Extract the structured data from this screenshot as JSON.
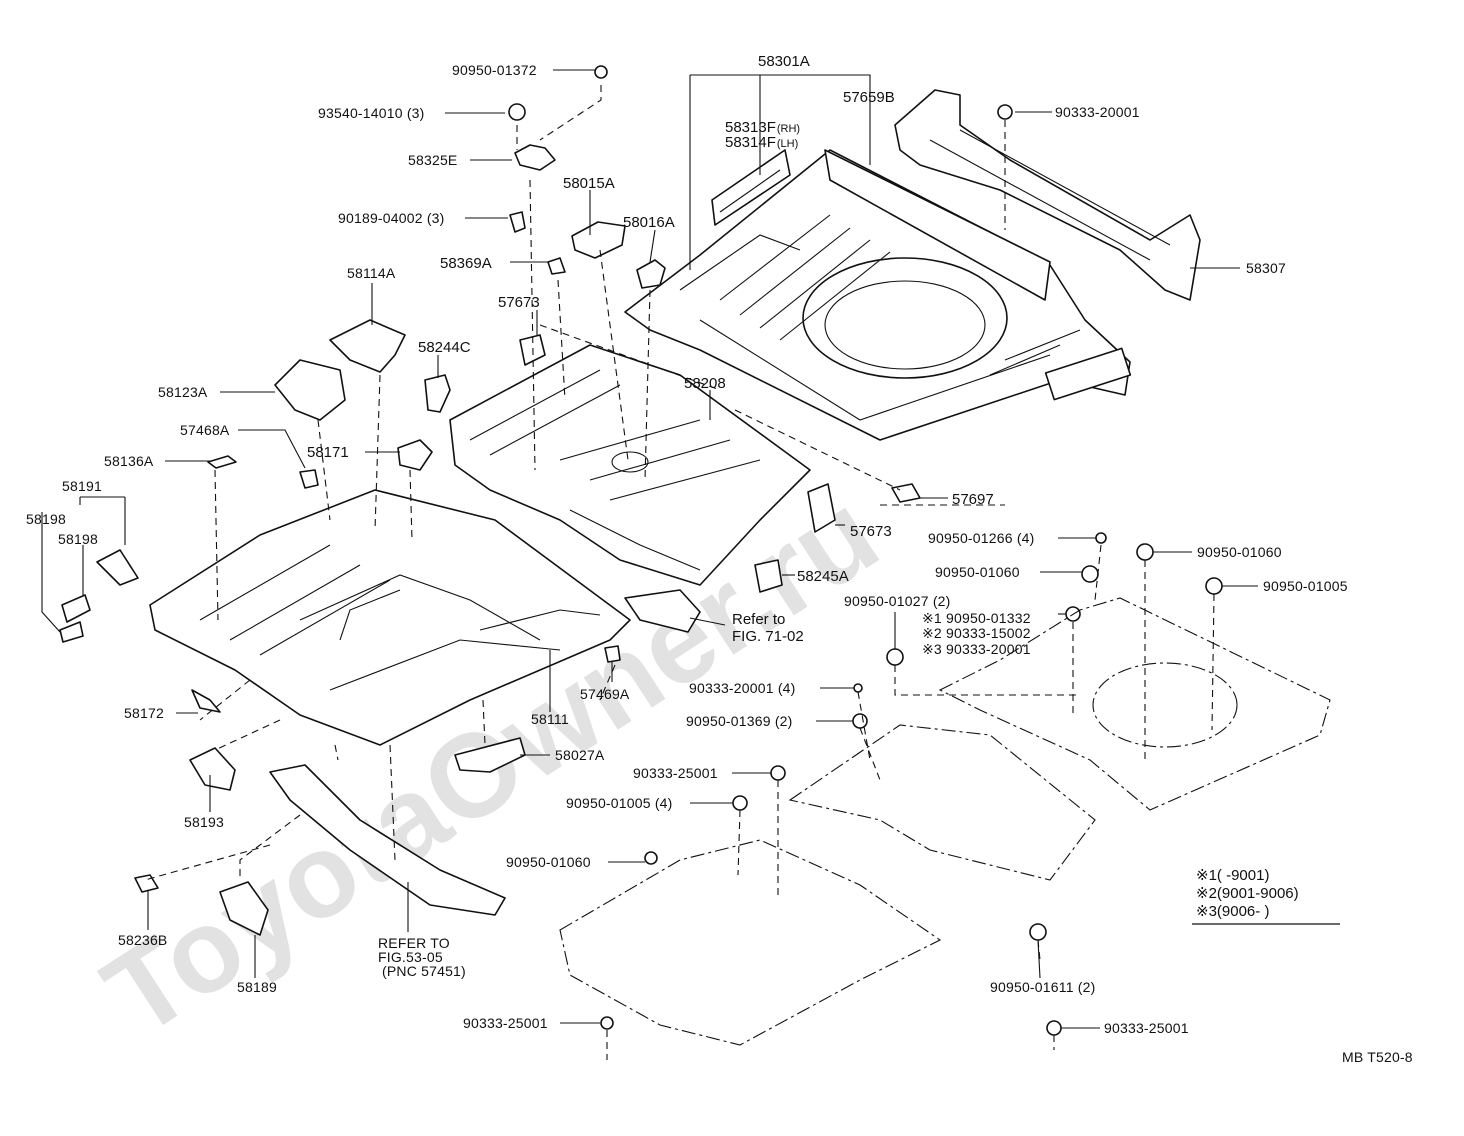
{
  "watermark": "ToyotaOwner.ru",
  "drawing_code": "MB T520-8",
  "notes": {
    "n1": "※1(     -9001)",
    "n2": "※2(9001-9006)",
    "n3": "※3(9006-      )"
  },
  "refer_71": [
    "Refer to",
    "FIG. 71-02"
  ],
  "refer_53": [
    "REFER TO",
    "FIG.53-05",
    "(PNC 57451)"
  ],
  "callouts": {
    "c01": "90950-01372",
    "c02": "93540-14010 (3)",
    "c03": "58325E",
    "c04": "90189-04002 (3)",
    "c05": "58015A",
    "c06": "58016A",
    "c07": "58369A",
    "c08": "57673",
    "c09": "58114A",
    "c10": "58123A",
    "c11": "58244C",
    "c12": "57468A",
    "c13": "58136A",
    "c14": "58171",
    "c15": "58191",
    "c16": "58198",
    "c17": "58198",
    "c18": "58301A",
    "c19": "57659B",
    "c20": "58313F",
    "c20s": "(RH)",
    "c21": "58314F",
    "c21s": "(LH)",
    "c22": "90333-20001",
    "c23": "58307",
    "c24": "58208",
    "c25": "57697",
    "c26": "57673",
    "c27": "58245A",
    "c28": "90950-01266 (4)",
    "c29": "90950-01060",
    "c30": "90950-01060",
    "c31": "90950-01005",
    "c32": "90950-01027 (2)",
    "c33": "※1 90950-01332",
    "c34": "※2 90333-15002",
    "c35": "※3 90333-20001",
    "c36": "57469A",
    "c37": "58111",
    "c38": "58172",
    "c39": "90333-20001 (4)",
    "c40": "90950-01369 (2)",
    "c41": "58027A",
    "c42": "90333-25001",
    "c43": "90950-01005 (4)",
    "c44": "58193",
    "c45": "90950-01060",
    "c46": "58236B",
    "c47": "58189",
    "c48": "90950-01611 (2)",
    "c49": "90333-25001",
    "c50": "90333-25001"
  }
}
